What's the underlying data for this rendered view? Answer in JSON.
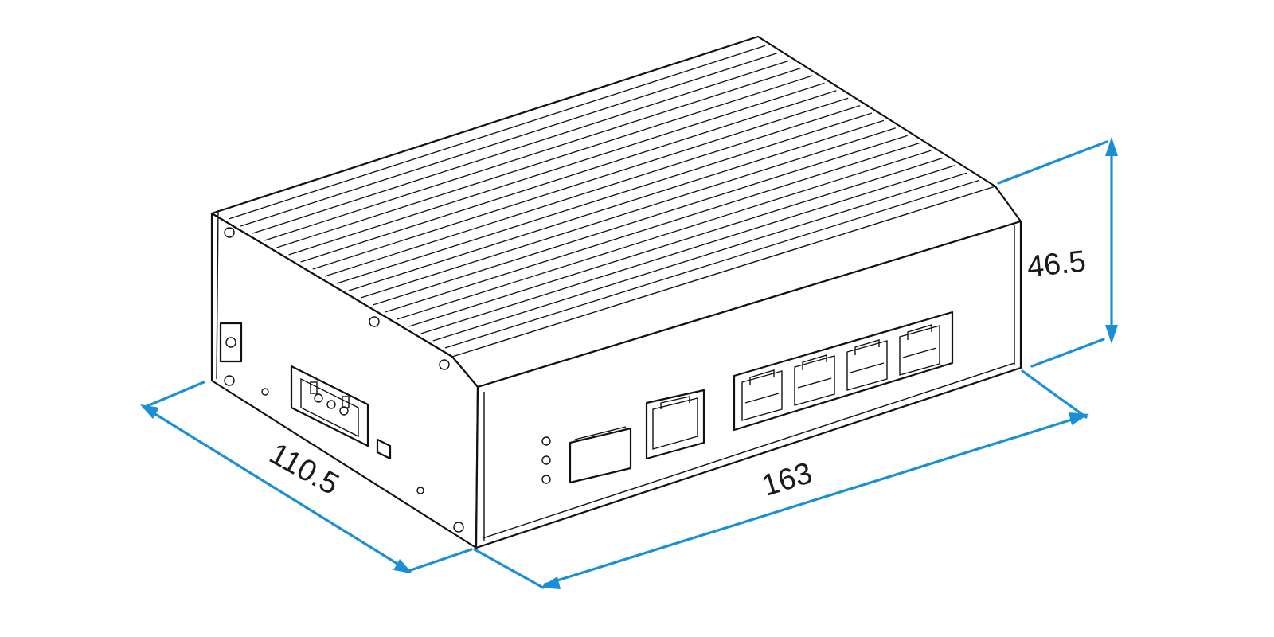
{
  "dimensions": {
    "depth": "110.5",
    "length": "163",
    "height": "46.5"
  },
  "colors": {
    "dimension_line": "#1a8fd6",
    "drawing_line": "#111111",
    "background": "#ffffff"
  },
  "device": {
    "rj45_ports": 5,
    "sfp_ports": 1,
    "status_leds": 3
  }
}
